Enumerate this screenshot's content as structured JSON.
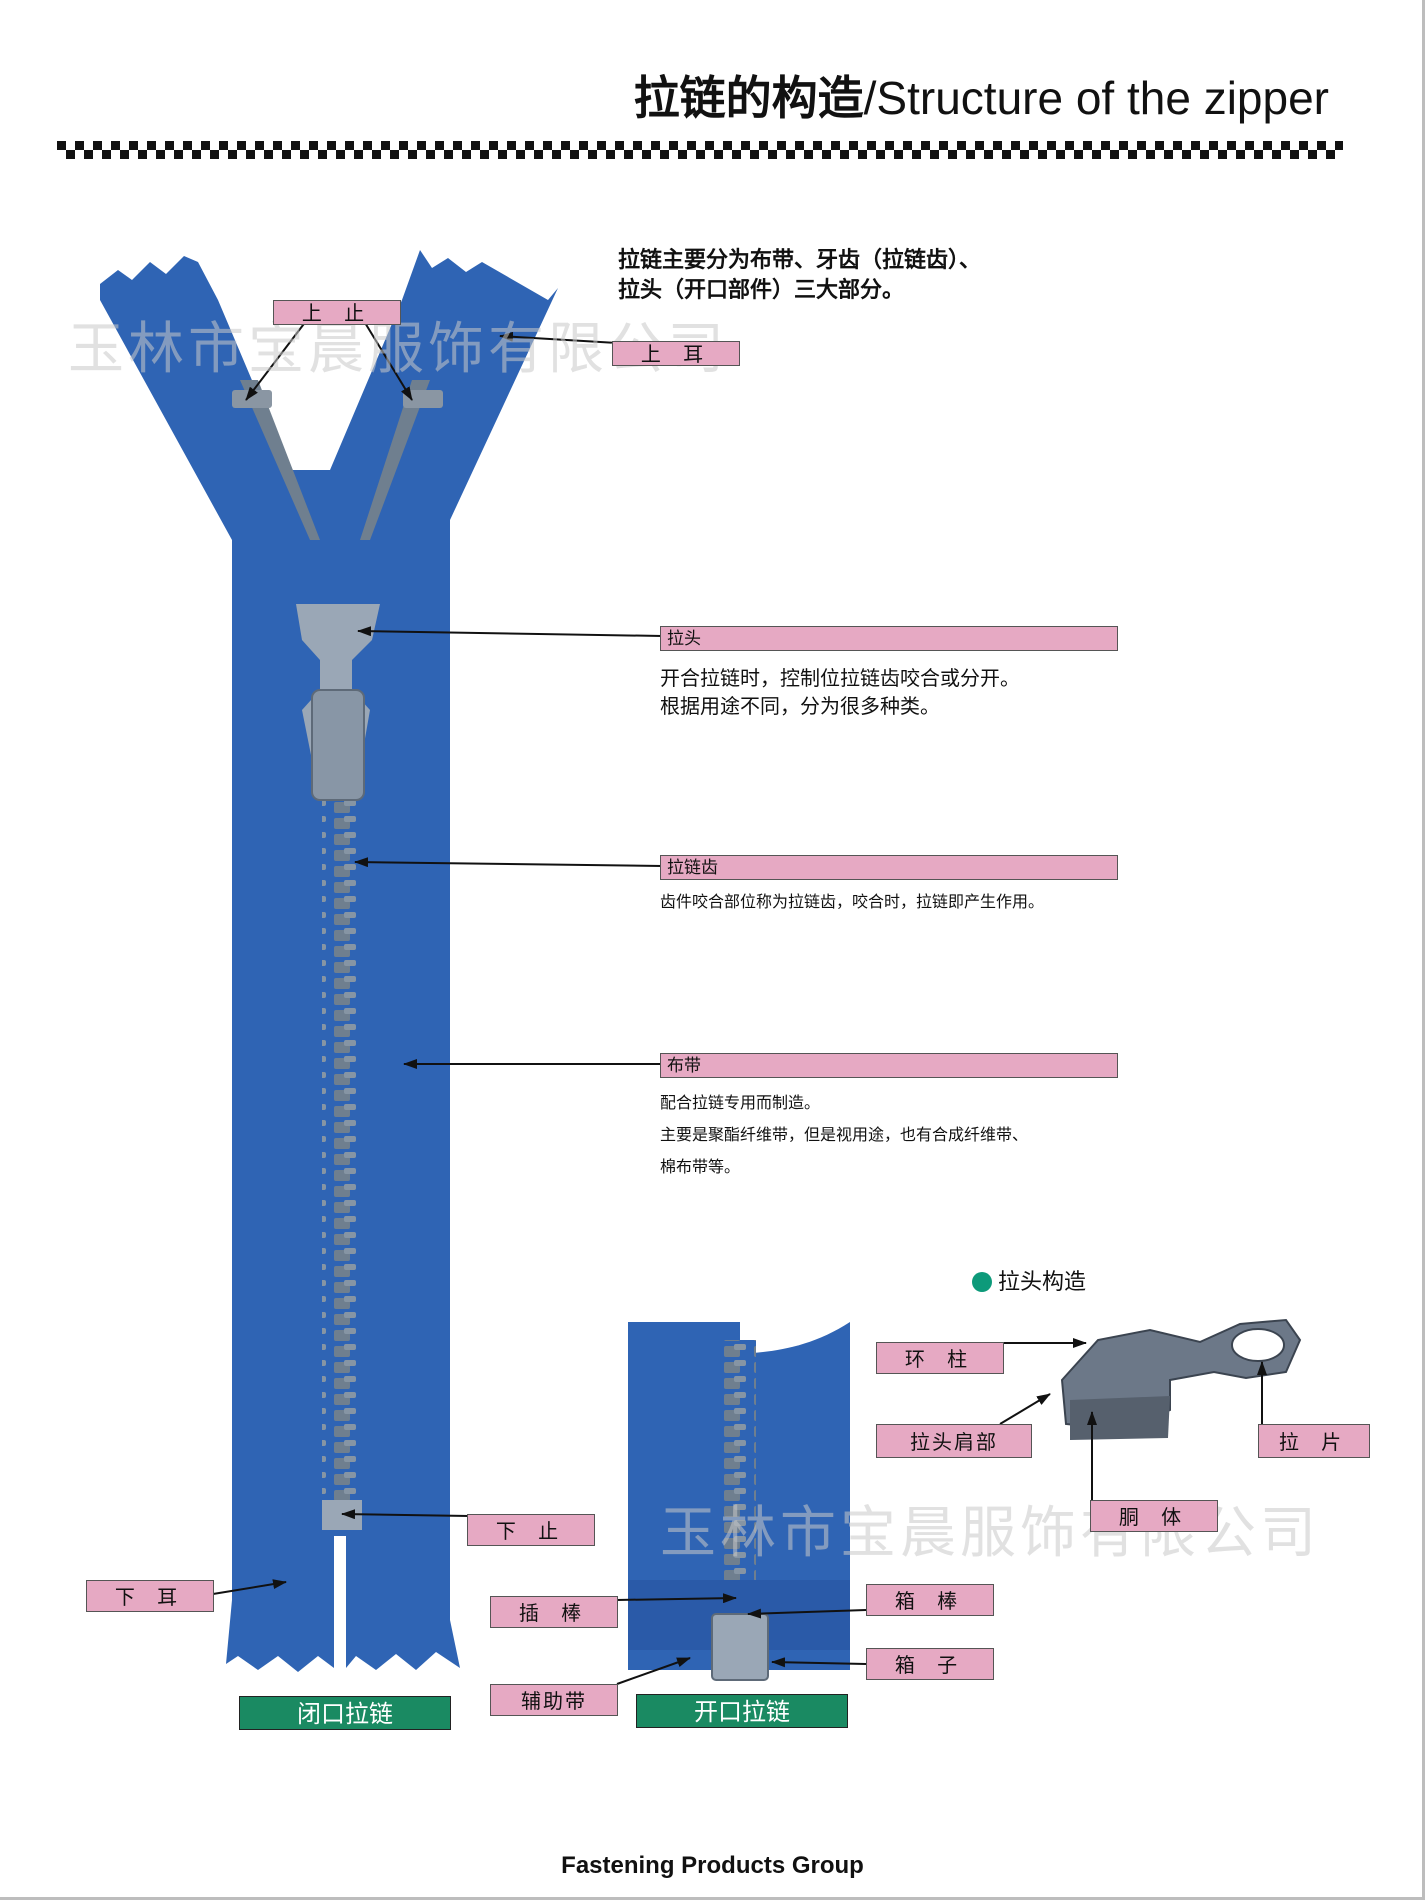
{
  "title": {
    "zh": "拉链的构造",
    "en": "/Structure of the zipper"
  },
  "intro": {
    "line1": "拉链主要分为布带、牙齿（拉链齿）、",
    "line2": "拉头（开口部件）三大部分。"
  },
  "watermark": "玉林市宝晨服饰有限公司",
  "labels": {
    "top_stop_left": "上 止",
    "top_stop_right": "上 耳",
    "slider": "拉头",
    "teeth": "拉链齿",
    "tape": "布带",
    "bottom_stop": "下 止",
    "bottom_ear": "下 耳",
    "closed_end": "闭口拉链",
    "open_end": "开口拉链",
    "insert_pin": "插 棒",
    "box_pin": "箱 棒",
    "box": "箱 子",
    "aux_tape": "辅助带",
    "ring_post": "环 柱",
    "slider_shoulder": "拉头肩部",
    "puller": "拉 片",
    "body": "胴 体"
  },
  "descriptions": {
    "slider_1": "开合拉链时，控制位拉链齿咬合或分开。",
    "slider_2": "根据用途不同，分为很多种类。",
    "teeth_1": "齿件咬合部位称为拉链齿，咬合时，拉链即产生作用。",
    "tape_1": "配合拉链专用而制造。",
    "tape_2": "主要是聚酯纤维带，但是视用途，也有合成纤维带、",
    "tape_3": "棉布带等。"
  },
  "slider_section": "拉头构造",
  "footer": "Fastening Products Group",
  "colors": {
    "tape": "#2f64b4",
    "teeth": "#6f7f8f",
    "tag": "#e6a9c3",
    "green_tag": "#1a8a62"
  }
}
